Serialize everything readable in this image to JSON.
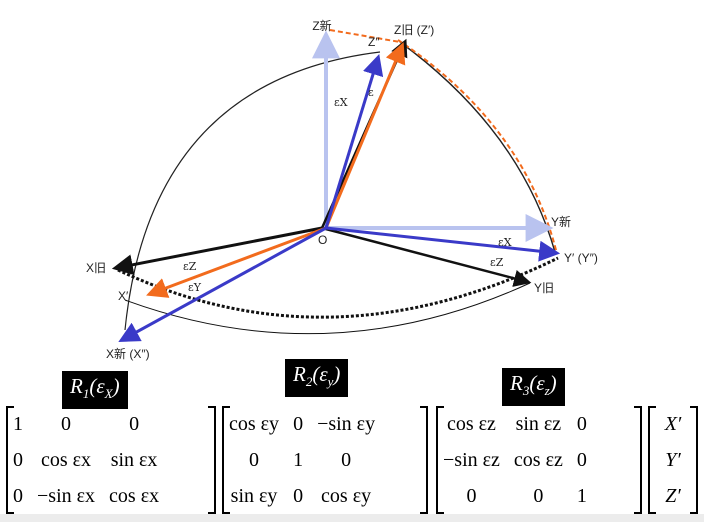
{
  "labels": {
    "z_new": "Z新",
    "z_dprime": "Z″",
    "z_old": "Z旧 (Z′)",
    "eps_x_top": "εX",
    "eps_small_top": "ε",
    "origin": "O",
    "y_new": "Y新",
    "eps_x_right": "εX",
    "y_prime": "Y′ (Y″)",
    "eps_z_right": "εZ",
    "y_old": "Y旧",
    "x_old": "X旧",
    "eps_z_left": "εZ",
    "x_prime": "X′",
    "eps_y_left": "εY",
    "x_new": "X新 (X″)"
  },
  "badges": {
    "r1": {
      "name": "R",
      "sub": "1",
      "arg": "ε",
      "argsub": "X"
    },
    "r2": {
      "name": "R",
      "sub": "2",
      "arg": "ε",
      "argsub": "y"
    },
    "r3": {
      "name": "R",
      "sub": "3",
      "arg": "ε",
      "argsub": "z"
    }
  },
  "matrices": {
    "m1": [
      [
        "1",
        "0",
        "0"
      ],
      [
        "0",
        "cos εx",
        "sin εx"
      ],
      [
        "0",
        "−sin εx",
        "cos εx"
      ]
    ],
    "m2": [
      [
        "cos εy",
        "0",
        "−sin εy"
      ],
      [
        "0",
        "1",
        "0"
      ],
      [
        "sin εy",
        "0",
        "cos εy"
      ]
    ],
    "m3": [
      [
        "cos εz",
        "sin εz",
        "0"
      ],
      [
        "−sin εz",
        "cos εz",
        "0"
      ],
      [
        "0",
        "0",
        "1"
      ]
    ],
    "vec": [
      "X′",
      "Y′",
      "Z′"
    ]
  },
  "colors": {
    "black": "#111111",
    "orange": "#f26b1d",
    "blue": "#3a3ac8",
    "lightblue": "#b9c3ef"
  }
}
